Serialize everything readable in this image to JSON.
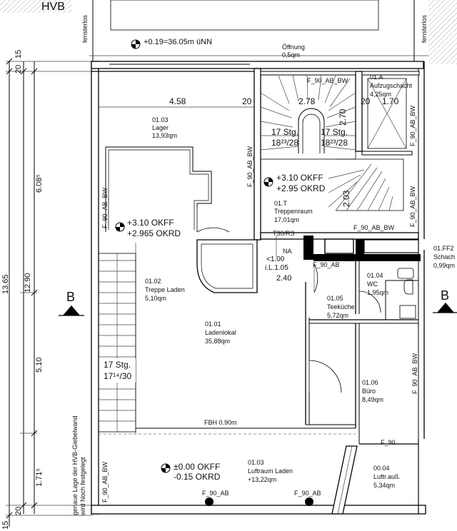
{
  "drawing": {
    "corner_label": "HVB",
    "fensterlos_left": "fensterlos",
    "fensterlos_right": "fensterlos"
  },
  "dims_left": {
    "d15": "15",
    "d20_top": "20",
    "d6085": "6.08⁵",
    "d1290": "12.90",
    "d1365": "13.65",
    "d510": "5.10",
    "d1715": "1.71⁵",
    "d20_bottom": "20",
    "d15_bottom": "15"
  },
  "dims_top": {
    "d458": "4.58",
    "d20a": "20",
    "d278": "2.78",
    "d20b": "20",
    "d170": "1.70",
    "d270": "2.70",
    "d203": "2.03"
  },
  "levels": {
    "top": "+0.19=36.05m üNN",
    "stair_okff": "+3.10 OKFF",
    "stair_okrd": "+2.95 OKRD",
    "left_okff": "+3.10 OKFF",
    "left_okrd": "+2.965 OKRD",
    "bottom_okff": "±0.00 OKFF",
    "bottom_okrd": "-0.15 OKRD"
  },
  "openings": {
    "oeffnung_label": "Öffnung",
    "oeffnung_area": "0,5qm",
    "na": "NA",
    "il_a": "<1.00",
    "il_b": "i.L.1.05",
    "d240": "2.40",
    "t30rs": "T30/RS",
    "fbh": "FBH 0.90m"
  },
  "stair_counts": {
    "stair1_a": "17 Stg.",
    "stair1_b": "18²³/28",
    "stair2_a": "17 Stg.",
    "stair2_b": "18²³/28",
    "stair3_a": "17 Stg.",
    "stair3_b": "17¹⁴/30"
  },
  "fire_tags": {
    "f_top": "F_90_AB_BW",
    "f_vert_mid": "F_90_AB_BW",
    "f_vert_left": "F_90_AB_BW",
    "f_vert_right1": "F_90_AB_BW",
    "f_vert_right2": "F_90_AB_BW",
    "f_vert_right3": "F_90_AB_BW",
    "f_horiz_stair": "F_90_AB_BW",
    "f_ab_na": "F_90_AB",
    "f_90": "F_90",
    "f_bottom_left": "F_90_AB",
    "f_bottom_right": "F_90_AB",
    "f_vert_bottom_left": "F_90_AB_BW"
  },
  "rooms": [
    {
      "number": "01.03",
      "name": "Lager",
      "area": "13,93qm"
    },
    {
      "number": "01.A",
      "name": "Aufzugschacht",
      "area": "4,25qm"
    },
    {
      "number": "01.T",
      "name": "Treppenraum",
      "area": "17,01qm"
    },
    {
      "number": "01.02",
      "name": "Treppe Laden",
      "area": "5,10qm"
    },
    {
      "number": "01.01",
      "name": "Ladenlokal",
      "area": "35,88qm"
    },
    {
      "number": "01.04",
      "name": "WC",
      "area": "1,95qm"
    },
    {
      "number": "01.05",
      "name": "Teeküche",
      "area": "5,72qm"
    },
    {
      "number": "01.06",
      "name": "Büro",
      "area": "8,49qm"
    },
    {
      "number": "01.03",
      "name": "Luftraum Laden",
      "area": "+13,22qm"
    },
    {
      "number": "00.04",
      "name": "Luftr.auß.",
      "area": "5,34qm"
    },
    {
      "number": "01.FF2",
      "name": "Schach",
      "area": "0,99qm"
    }
  ],
  "section_marks": {
    "left": "B",
    "right": "B"
  },
  "side_note": {
    "line1": "genaue Lage der HVB-Giebelwand",
    "line2": "wird Noch festgelegt"
  }
}
